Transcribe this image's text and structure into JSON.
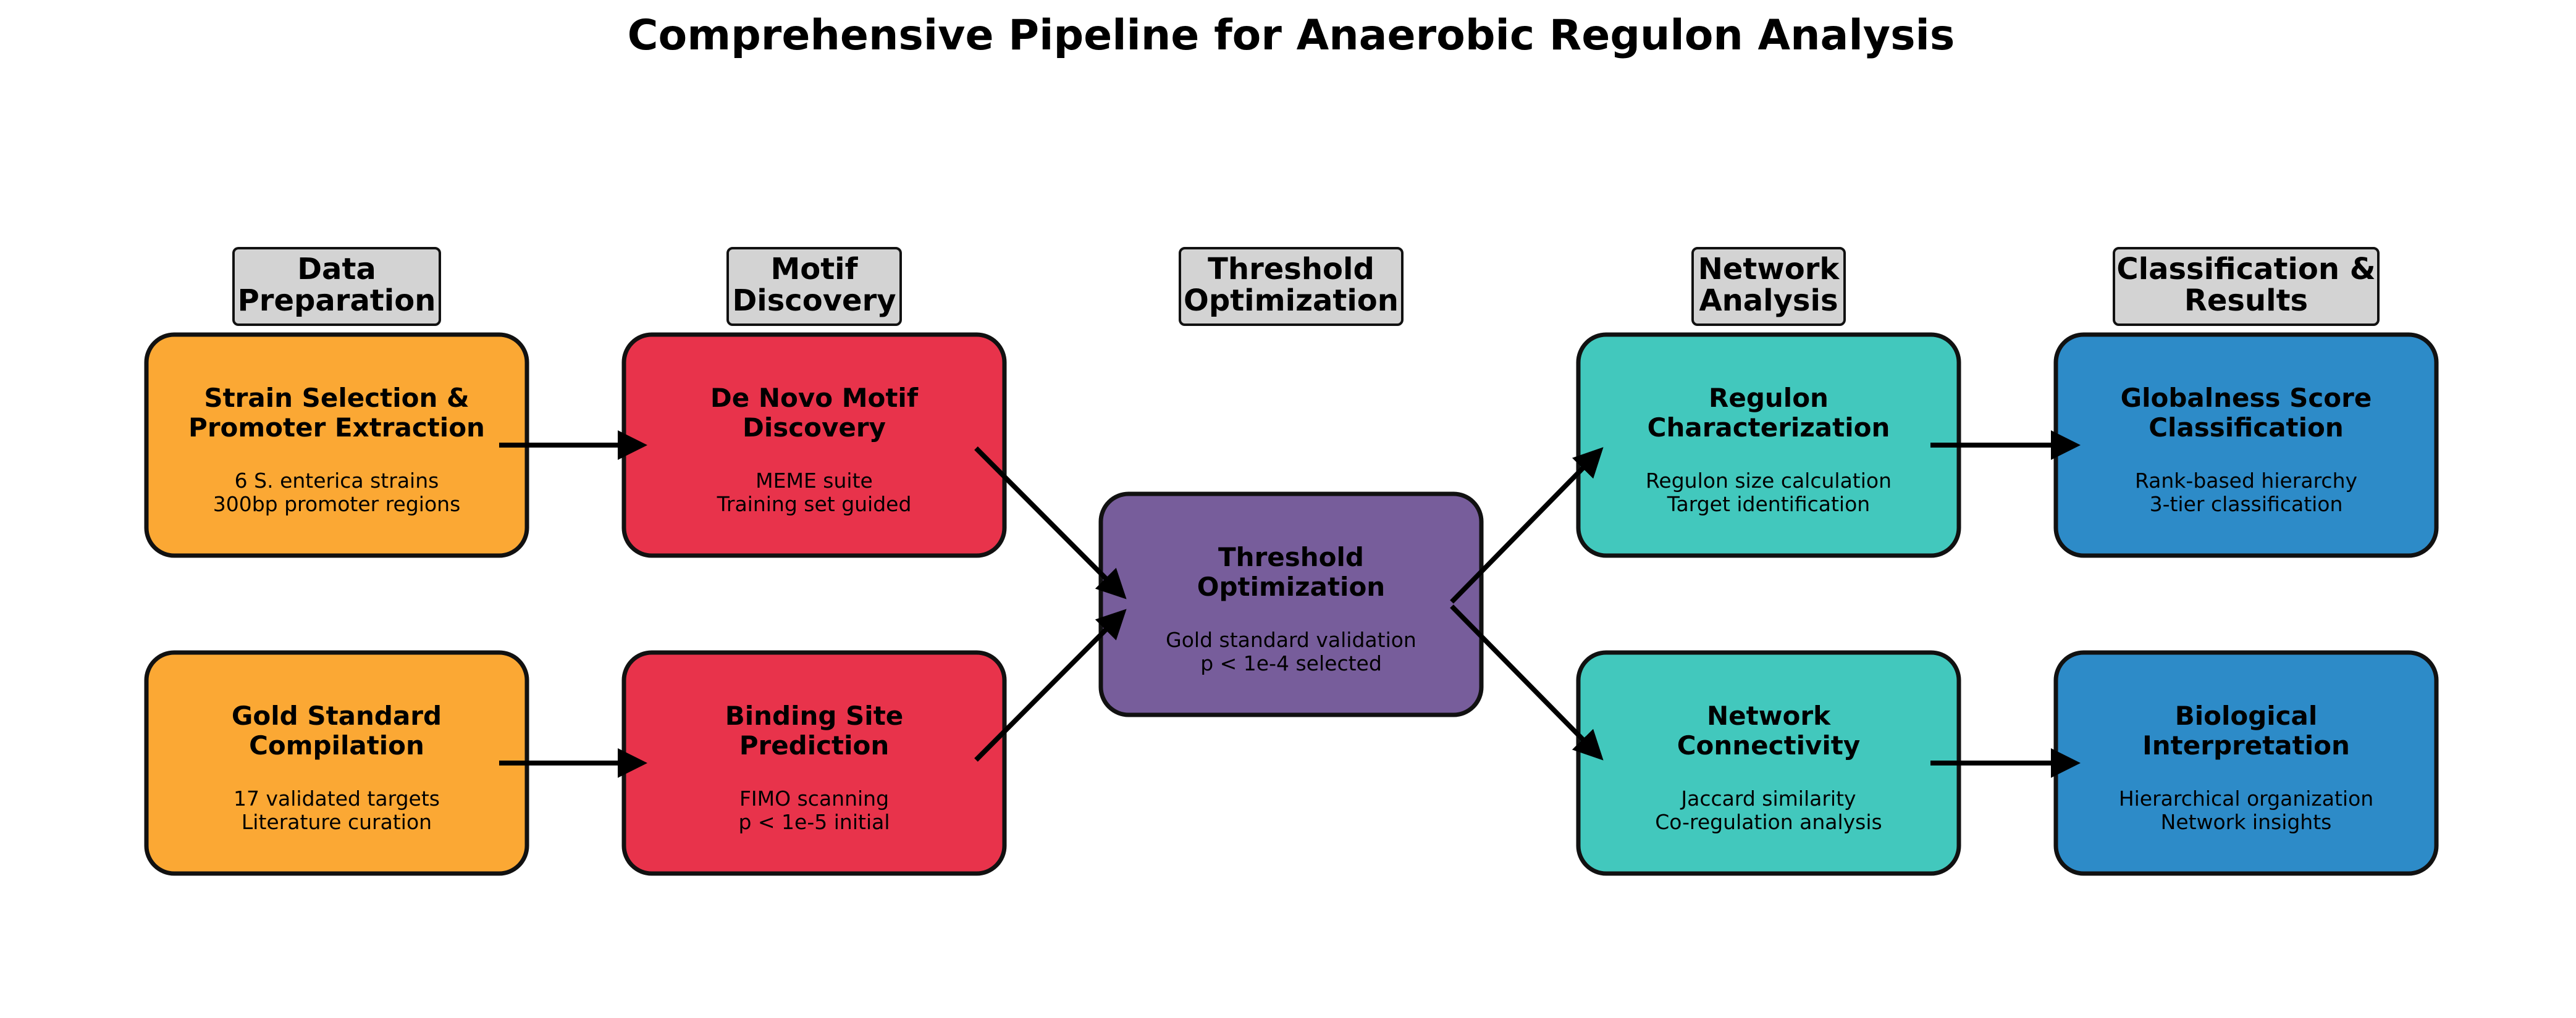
{
  "title": "Comprehensive Pipeline for Anaerobic Regulon Analysis",
  "colors": {
    "data_preparation": "#FBA834",
    "motif_discovery": "#E8334B",
    "threshold_optimization": "#775D9B",
    "network_analysis": "#42C8BD",
    "classification": "#2D8BC8",
    "section_label_background": "#D3D3D3"
  },
  "sections": [
    {
      "id": "data-preparation",
      "lines": [
        "Data",
        "Preparation"
      ]
    },
    {
      "id": "motif-discovery",
      "lines": [
        "Motif",
        "Discovery"
      ]
    },
    {
      "id": "threshold-optimization",
      "lines": [
        "Threshold",
        "Optimization"
      ]
    },
    {
      "id": "network-analysis",
      "lines": [
        "Network",
        "Analysis"
      ]
    },
    {
      "id": "classification-results",
      "lines": [
        "Classification &",
        "Results"
      ]
    }
  ],
  "boxes": {
    "strain_selection": {
      "title": [
        "Strain Selection &",
        "Promoter Extraction"
      ],
      "desc": [
        "6 S. enterica strains",
        "300bp promoter regions"
      ]
    },
    "gold_standard": {
      "title": [
        "Gold Standard",
        "Compilation"
      ],
      "desc": [
        "17 validated targets",
        "Literature curation"
      ]
    },
    "de_novo_motif": {
      "title": [
        "De Novo Motif",
        "Discovery"
      ],
      "desc": [
        "MEME suite",
        "Training set guided"
      ]
    },
    "binding_site": {
      "title": [
        "Binding Site",
        "Prediction"
      ],
      "desc": [
        "FIMO scanning",
        "p < 1e-5 initial"
      ]
    },
    "threshold": {
      "title": [
        "Threshold",
        "Optimization"
      ],
      "desc": [
        "Gold standard validation",
        "p < 1e-4 selected"
      ]
    },
    "regulon_characterization": {
      "title": [
        "Regulon",
        "Characterization"
      ],
      "desc": [
        "Regulon size calculation",
        "Target identification"
      ]
    },
    "network_connectivity": {
      "title": [
        "Network",
        "Connectivity"
      ],
      "desc": [
        "Jaccard similarity",
        "Co-regulation analysis"
      ]
    },
    "globalness": {
      "title": [
        "Globalness Score",
        "Classification"
      ],
      "desc": [
        "Rank-based hierarchy",
        "3-tier classification"
      ]
    },
    "biological": {
      "title": [
        "Biological",
        "Interpretation"
      ],
      "desc": [
        "Hierarchical organization",
        "Network insights"
      ]
    }
  }
}
